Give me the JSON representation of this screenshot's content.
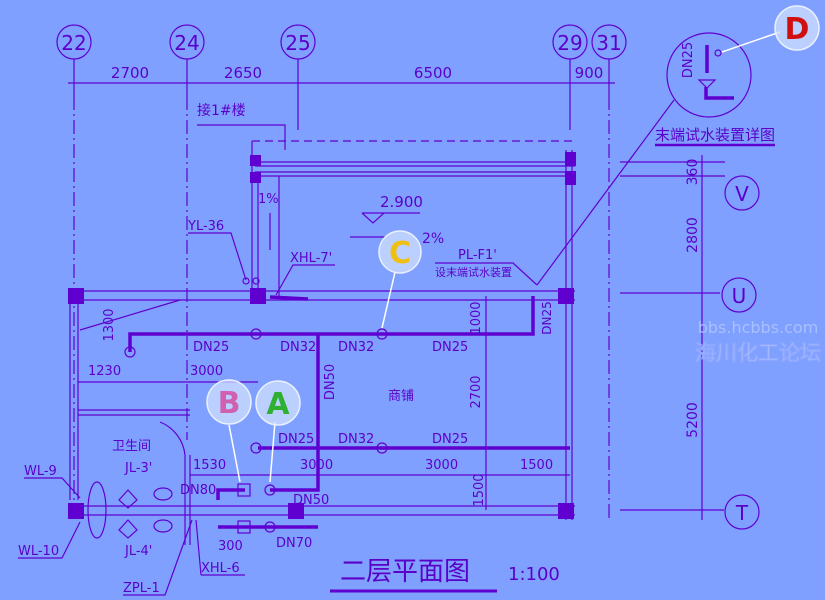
{
  "axes": {
    "a22": "22",
    "a24": "24",
    "a25": "25",
    "a29": "29",
    "a31": "31",
    "V": "V",
    "U": "U",
    "T": "T"
  },
  "dims_top": [
    "2700",
    "2650",
    "6500",
    "900"
  ],
  "dims_right": [
    "360",
    "2800",
    "5200"
  ],
  "dims_inner": {
    "d1000": "1000",
    "d2700": "2700",
    "d1500v": "1500",
    "d1300": "1300",
    "d1230": "1230",
    "d3000a": "3000",
    "d1530": "1530",
    "d3000b": "3000",
    "d3000c": "3000",
    "d1500h": "1500",
    "d300": "300"
  },
  "labels": {
    "connect": "接1#楼",
    "slope1": "1%",
    "elev": "2.900",
    "slope2": "2%",
    "yl36": "YL-36",
    "xhl7": "XHL-7'",
    "plf1": "PL-F1'",
    "test_device": "设末端试水装置",
    "detail_title": "末端试水装置详图",
    "detail_dn": "DN25",
    "dn25_riser": "DN25",
    "dn25a": "DN25",
    "dn32a": "DN32",
    "dn32b": "DN32",
    "dn25b": "DN25",
    "dn50v": "DN50",
    "shop": "商铺",
    "toilet": "卫生间",
    "dn25c": "DN25",
    "dn32c": "DN32",
    "dn25d": "DN25",
    "wl9": "WL-9",
    "wl10": "WL-10",
    "jl3": "JL-3'",
    "jl4": "JL-4'",
    "dn80": "DN80",
    "dn50h": "DN50",
    "dn70": "DN70",
    "zpl1": "ZPL-1",
    "xhl6": "XHL-6"
  },
  "markers": {
    "A": "A",
    "B": "B",
    "C": "C",
    "D": "D"
  },
  "watermark": {
    "url": "bbs.hcbbs.com",
    "name": "海川化工论坛"
  },
  "title": {
    "main": "二层平面图",
    "scale": "1:100"
  }
}
